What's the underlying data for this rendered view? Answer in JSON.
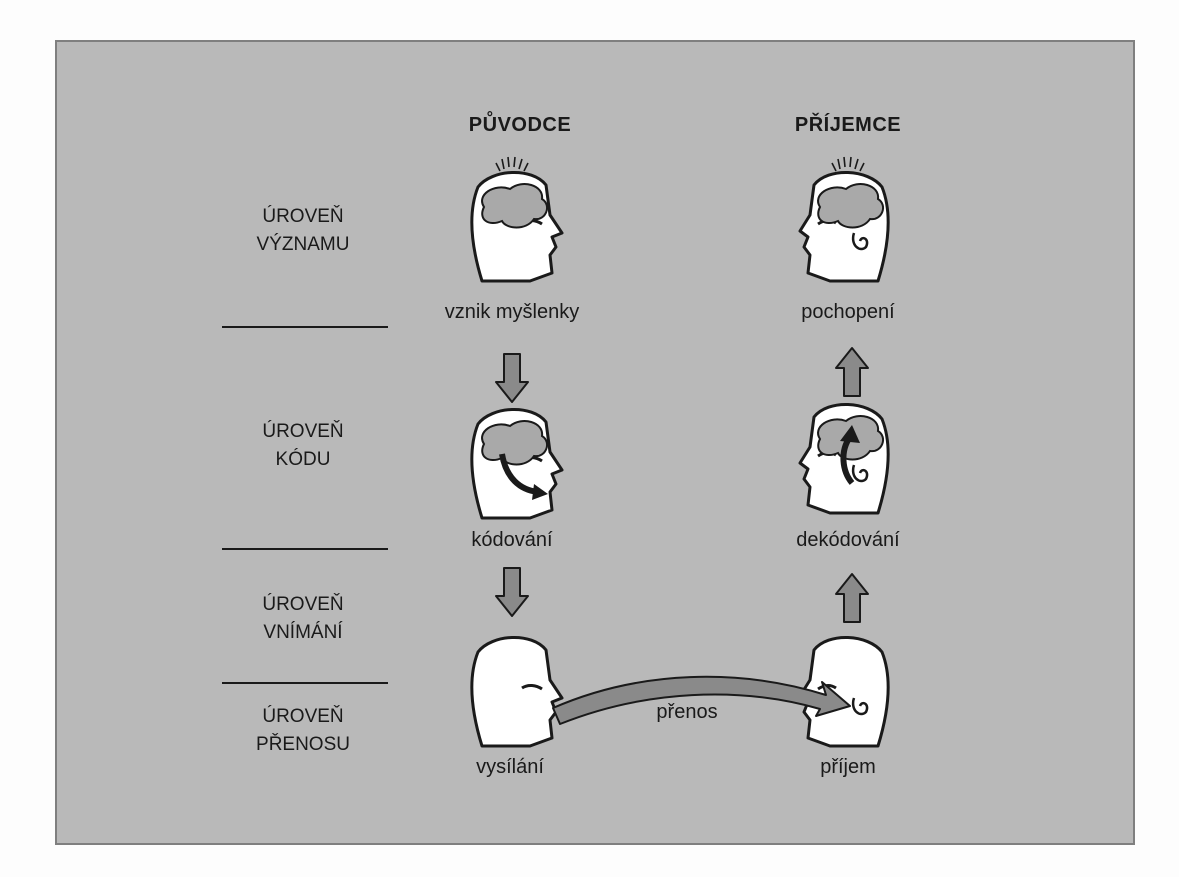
{
  "headers": {
    "sender": "PŮVODCE",
    "receiver": "PŘÍJEMCE"
  },
  "levels": [
    {
      "line1": "ÚROVEŇ",
      "line2": "VÝZNAMU"
    },
    {
      "line1": "ÚROVEŇ",
      "line2": "KÓDU"
    },
    {
      "line1": "ÚROVEŇ",
      "line2": "VNÍMÁNÍ"
    },
    {
      "line1": "ÚROVEŇ",
      "line2": "PŘENOSU"
    }
  ],
  "captions": {
    "sender_meaning": "vznik myšlenky",
    "sender_code": "kódování",
    "sender_transmit": "vysílání",
    "receiver_meaning": "pochopení",
    "receiver_code": "dekódování",
    "receiver_receive": "příjem",
    "transfer": "přenos"
  },
  "colors": {
    "panel": "#b9b9b9",
    "arrow_fill": "#8a8a8a",
    "head_fill": "#ffffff",
    "brain_fill": "#a9a9a9",
    "text": "#1a1a1a"
  },
  "icons": [
    "head-with-brain-icon",
    "head-with-ear-icon",
    "arrow-down-icon",
    "arrow-up-icon",
    "curved-arrow-icon"
  ]
}
